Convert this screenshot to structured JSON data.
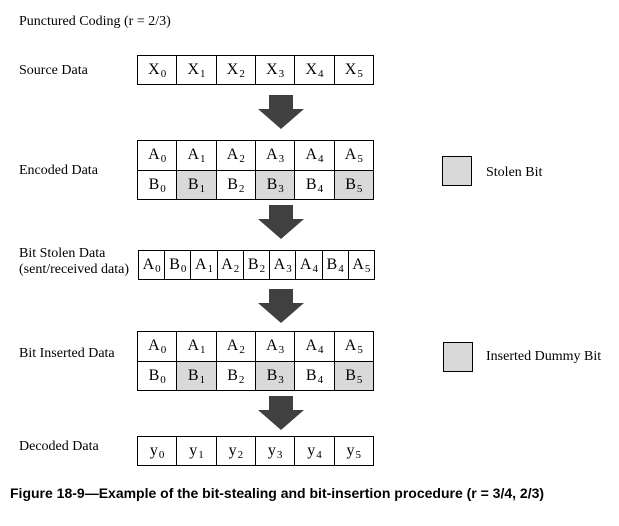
{
  "title": "Punctured Coding (r = 2/3)",
  "rows": {
    "source": {
      "label": "Source Data",
      "cells": [
        {
          "base": "X",
          "sub": "0",
          "shaded": false
        },
        {
          "base": "X",
          "sub": "1",
          "shaded": false
        },
        {
          "base": "X",
          "sub": "2",
          "shaded": false
        },
        {
          "base": "X",
          "sub": "3",
          "shaded": false
        },
        {
          "base": "X",
          "sub": "4",
          "shaded": false
        },
        {
          "base": "X",
          "sub": "5",
          "shaded": false
        }
      ]
    },
    "encoded": {
      "label": "Encoded Data",
      "top": [
        {
          "base": "A",
          "sub": "0",
          "shaded": false
        },
        {
          "base": "A",
          "sub": "1",
          "shaded": false
        },
        {
          "base": "A",
          "sub": "2",
          "shaded": false
        },
        {
          "base": "A",
          "sub": "3",
          "shaded": false
        },
        {
          "base": "A",
          "sub": "4",
          "shaded": false
        },
        {
          "base": "A",
          "sub": "5",
          "shaded": false
        }
      ],
      "bottom": [
        {
          "base": "B",
          "sub": "0",
          "shaded": false
        },
        {
          "base": "B",
          "sub": "1",
          "shaded": true
        },
        {
          "base": "B",
          "sub": "2",
          "shaded": false
        },
        {
          "base": "B",
          "sub": "3",
          "shaded": true
        },
        {
          "base": "B",
          "sub": "4",
          "shaded": false
        },
        {
          "base": "B",
          "sub": "5",
          "shaded": true
        }
      ]
    },
    "stolen": {
      "label_line1": "Bit Stolen Data",
      "label_line2": "(sent/received data)",
      "cells": [
        {
          "base": "A",
          "sub": "0",
          "shaded": false
        },
        {
          "base": "B",
          "sub": "0",
          "shaded": false
        },
        {
          "base": "A",
          "sub": "1",
          "shaded": false
        },
        {
          "base": "A",
          "sub": "2",
          "shaded": false
        },
        {
          "base": "B",
          "sub": "2",
          "shaded": false
        },
        {
          "base": "A",
          "sub": "3",
          "shaded": false
        },
        {
          "base": "A",
          "sub": "4",
          "shaded": false
        },
        {
          "base": "B",
          "sub": "4",
          "shaded": false
        },
        {
          "base": "A",
          "sub": "5",
          "shaded": false
        }
      ]
    },
    "inserted": {
      "label": "Bit Inserted Data",
      "top": [
        {
          "base": "A",
          "sub": "0",
          "shaded": false
        },
        {
          "base": "A",
          "sub": "1",
          "shaded": false
        },
        {
          "base": "A",
          "sub": "2",
          "shaded": false
        },
        {
          "base": "A",
          "sub": "3",
          "shaded": false
        },
        {
          "base": "A",
          "sub": "4",
          "shaded": false
        },
        {
          "base": "A",
          "sub": "5",
          "shaded": false
        }
      ],
      "bottom": [
        {
          "base": "B",
          "sub": "0",
          "shaded": false
        },
        {
          "base": "B",
          "sub": "1",
          "shaded": true
        },
        {
          "base": "B",
          "sub": "2",
          "shaded": false
        },
        {
          "base": "B",
          "sub": "3",
          "shaded": true
        },
        {
          "base": "B",
          "sub": "4",
          "shaded": false
        },
        {
          "base": "B",
          "sub": "5",
          "shaded": true
        }
      ]
    },
    "decoded": {
      "label": "Decoded Data",
      "cells": [
        {
          "base": "y",
          "sub": "0",
          "shaded": false
        },
        {
          "base": "y",
          "sub": "1",
          "shaded": false
        },
        {
          "base": "y",
          "sub": "2",
          "shaded": false
        },
        {
          "base": "y",
          "sub": "3",
          "shaded": false
        },
        {
          "base": "y",
          "sub": "4",
          "shaded": false
        },
        {
          "base": "y",
          "sub": "5",
          "shaded": false
        }
      ]
    }
  },
  "legend": {
    "stolen_bit": "Stolen Bit",
    "inserted_dummy_bit": "Inserted Dummy Bit"
  },
  "caption": "Figure 18-9—Example of the bit-stealing and bit-insertion procedure (r = 3/4, 2/3)",
  "colors": {
    "shade": "#d9d9d9",
    "arrow": "#404040"
  }
}
